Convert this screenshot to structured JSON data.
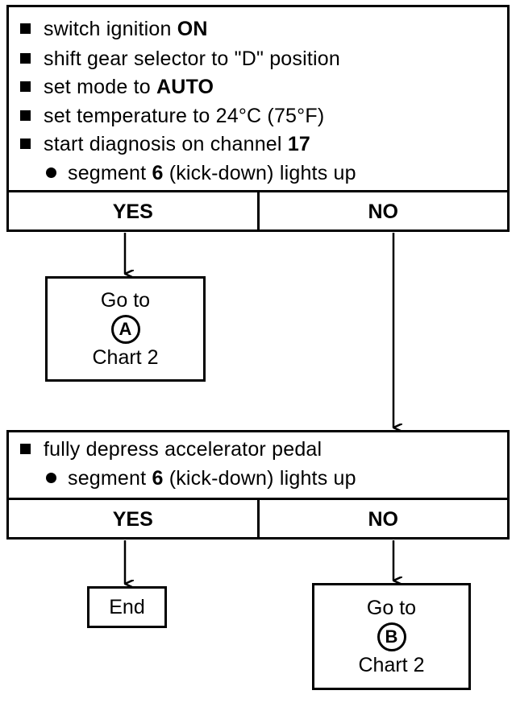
{
  "step1": {
    "instructions": [
      {
        "text": "switch ignition ",
        "bold": "ON"
      },
      {
        "text": "shift gear selector to \"D\" position",
        "bold": ""
      },
      {
        "text": "set mode to ",
        "bold": "AUTO"
      },
      {
        "text": "set temperature to 24°C (75°F)",
        "bold": ""
      },
      {
        "text": "start diagnosis on channel ",
        "bold": "17"
      }
    ],
    "check_pre": "segment ",
    "check_num": "6",
    "check_post": " (kick-down) lights up",
    "yes_label": "YES",
    "no_label": "NO"
  },
  "result_a": {
    "line1": "Go to",
    "symbol": "A",
    "line3": "Chart 2"
  },
  "step2": {
    "instruction": "fully depress accelerator pedal",
    "check_pre": "segment ",
    "check_num": "6",
    "check_post": " (kick-down) lights up",
    "yes_label": "YES",
    "no_label": "NO"
  },
  "end_box": {
    "label": "End"
  },
  "result_b": {
    "line1": "Go to",
    "symbol": "B",
    "line3": "Chart 2"
  }
}
